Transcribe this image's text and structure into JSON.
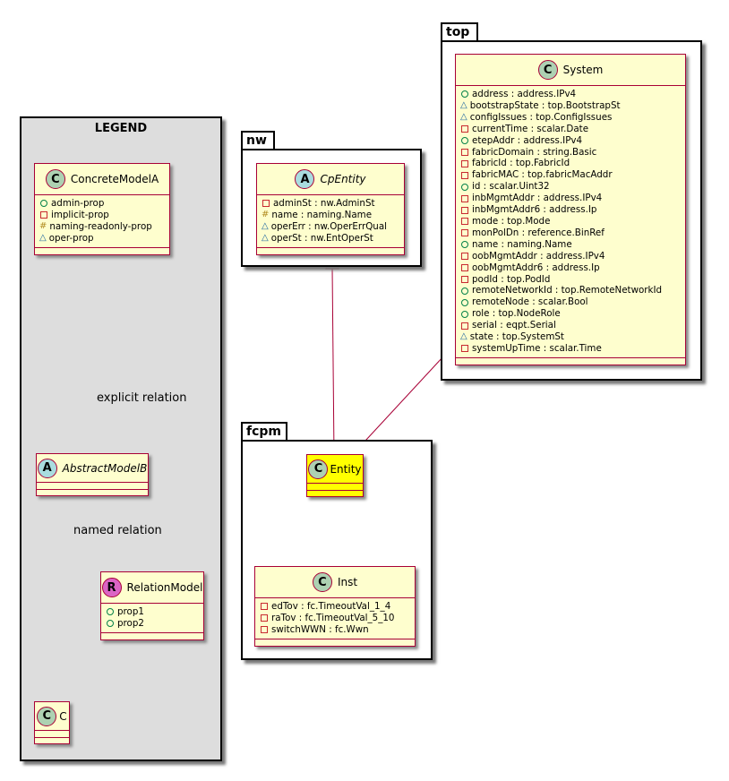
{
  "legend": {
    "title": "LEGEND",
    "concrete": {
      "name": "ConcreteModelA",
      "stereotype": "C",
      "attrs": [
        {
          "vis": "+",
          "text": "admin-prop"
        },
        {
          "vis": "-",
          "text": "implicit-prop"
        },
        {
          "vis": "#",
          "text": "naming-readonly-prop"
        },
        {
          "vis": "~",
          "text": "oper-prop"
        }
      ]
    },
    "abstract": {
      "name": "AbstractModelB",
      "stereotype": "A"
    },
    "relation": {
      "name": "RelationModel",
      "stereotype": "R",
      "attrs": [
        {
          "vis": "+",
          "text": "prop1"
        },
        {
          "vis": "+",
          "text": "prop2"
        }
      ]
    },
    "c": {
      "name": "C",
      "stereotype": "C"
    },
    "explicit_label": "explicit relation",
    "named_label": "named relation"
  },
  "packages": {
    "nw": {
      "name": "nw",
      "cls": {
        "name": "CpEntity",
        "stereotype": "A",
        "attrs": [
          {
            "vis": "-",
            "text": "adminSt : nw.AdminSt"
          },
          {
            "vis": "#",
            "text": "name : naming.Name"
          },
          {
            "vis": "~",
            "text": "operErr : nw.OperErrQual"
          },
          {
            "vis": "~",
            "text": "operSt : nw.EntOperSt"
          }
        ]
      }
    },
    "fcpm": {
      "name": "fcpm",
      "entity": {
        "name": "Entity",
        "stereotype": "C"
      },
      "inst": {
        "name": "Inst",
        "stereotype": "C",
        "attrs": [
          {
            "vis": "-",
            "text": "edTov : fc.TimeoutVal_1_4"
          },
          {
            "vis": "-",
            "text": "raTov : fc.TimeoutVal_5_10"
          },
          {
            "vis": "-",
            "text": "switchWWN : fc.Wwn"
          }
        ]
      }
    },
    "top": {
      "name": "top",
      "system": {
        "name": "System",
        "stereotype": "C",
        "attrs": [
          {
            "vis": "+",
            "text": "address : address.IPv4"
          },
          {
            "vis": "~",
            "text": "bootstrapState : top.BootstrapSt"
          },
          {
            "vis": "~",
            "text": "configIssues : top.ConfigIssues"
          },
          {
            "vis": "-",
            "text": "currentTime : scalar.Date"
          },
          {
            "vis": "+",
            "text": "etepAddr : address.IPv4"
          },
          {
            "vis": "-",
            "text": "fabricDomain : string.Basic"
          },
          {
            "vis": "-",
            "text": "fabricId : top.FabricId"
          },
          {
            "vis": "-",
            "text": "fabricMAC : top.fabricMacAddr"
          },
          {
            "vis": "+",
            "text": "id : scalar.Uint32"
          },
          {
            "vis": "-",
            "text": "inbMgmtAddr : address.IPv4"
          },
          {
            "vis": "-",
            "text": "inbMgmtAddr6 : address.Ip"
          },
          {
            "vis": "-",
            "text": "mode : top.Mode"
          },
          {
            "vis": "-",
            "text": "monPolDn : reference.BinRef"
          },
          {
            "vis": "+",
            "text": "name : naming.Name"
          },
          {
            "vis": "-",
            "text": "oobMgmtAddr : address.IPv4"
          },
          {
            "vis": "-",
            "text": "oobMgmtAddr6 : address.Ip"
          },
          {
            "vis": "-",
            "text": "podId : top.PodId"
          },
          {
            "vis": "+",
            "text": "remoteNetworkId : top.RemoteNetworkId"
          },
          {
            "vis": "+",
            "text": "remoteNode : scalar.Bool"
          },
          {
            "vis": "+",
            "text": "role : top.NodeRole"
          },
          {
            "vis": "-",
            "text": "serial : eqpt.Serial"
          },
          {
            "vis": "~",
            "text": "state : top.SystemSt"
          },
          {
            "vis": "-",
            "text": "systemUpTime : scalar.Time"
          }
        ]
      }
    }
  },
  "colors": {
    "class_fill": "#fefece",
    "class_border": "#a80036",
    "highlight": "#ffff00",
    "legend_fill": "#dddddd"
  }
}
